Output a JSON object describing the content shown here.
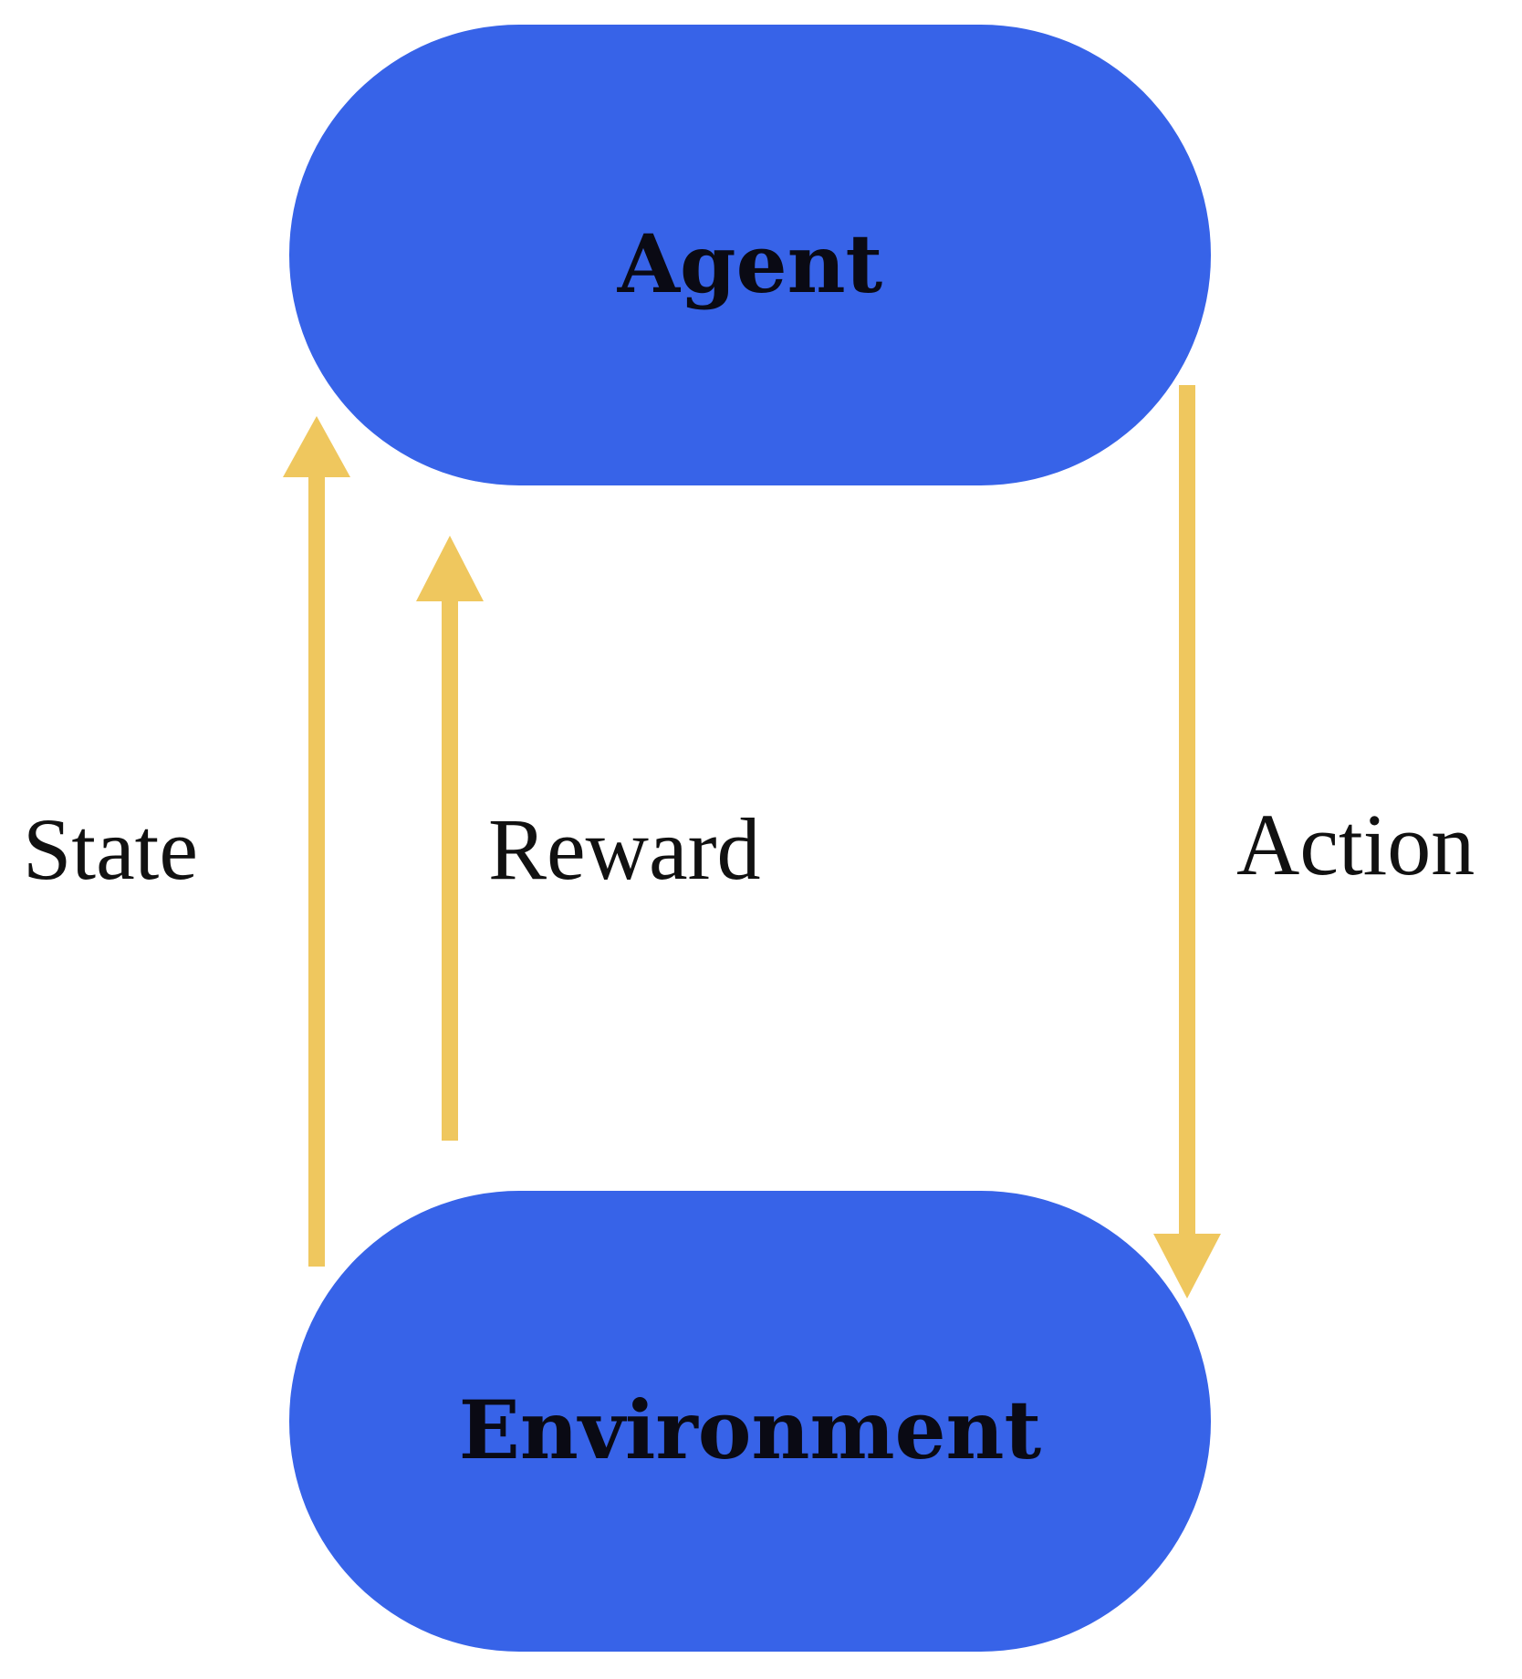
{
  "nodes": {
    "agent": {
      "label": "Agent"
    },
    "environment": {
      "label": "Environment"
    }
  },
  "edges": {
    "state": {
      "label": "State",
      "from": "Environment",
      "to": "Agent"
    },
    "reward": {
      "label": "Reward",
      "from": "Environment",
      "to": "Agent"
    },
    "action": {
      "label": "Action",
      "from": "Agent",
      "to": "Environment"
    }
  },
  "colors": {
    "node_fill": "#3763E8",
    "arrow": "#EFC75E",
    "text": "#111111",
    "background": "#FFFFFF"
  }
}
